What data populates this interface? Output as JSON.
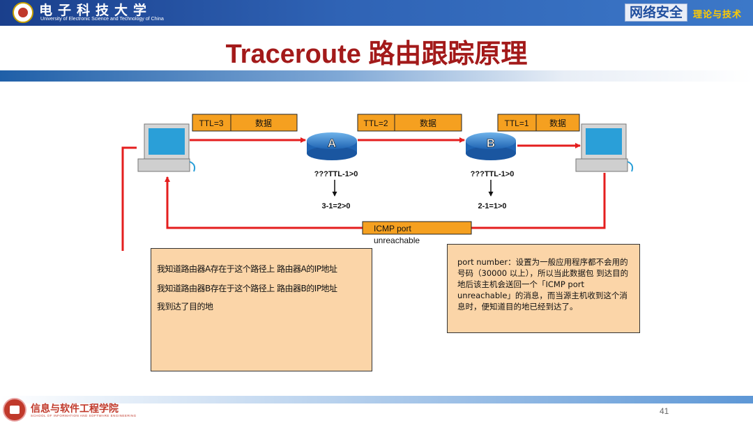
{
  "header": {
    "university_cn": "电子科技大学",
    "university_en": "University of Electronic Science and Technology of China",
    "brand": "网络安全",
    "brand_sub": "理论与技术"
  },
  "title": "Traceroute 路由跟踪原理",
  "diagram": {
    "packets": [
      {
        "ttl": "TTL=3",
        "data": "数据"
      },
      {
        "ttl": "TTL=2",
        "data": "数据"
      },
      {
        "ttl": "TTL=1",
        "data": "数据"
      }
    ],
    "routers": [
      {
        "label": "A",
        "check": "???TTL-1>0",
        "result": "3-1=2>0"
      },
      {
        "label": "B",
        "check": "???TTL-1>0",
        "result": "2-1=1>0"
      }
    ],
    "icmp_line1": "ICMP port",
    "icmp_line2": "unreachable"
  },
  "left_box": {
    "lines": [
      "我知道路由器A存在于这个路径上  路由器A的IP地址",
      "我知道路由器B存在于这个路径上  路由器B的IP地址",
      "我到达了目的地"
    ]
  },
  "right_box": {
    "text": "port number：设置为一般应用程序都不会用的号码（30000 以上），所以当此数据包 到达目的地后该主机会送回一个「ICMP port unreachable」的消息，而当源主机收到这个消息时，便知道目的地已经到达了。"
  },
  "footer": {
    "school_cn": "信息与软件工程学院",
    "school_en": "SCHOOL OF INFORMATION AND SOFTWARE ENGINEERING",
    "page": "41"
  },
  "colors": {
    "accent_red": "#e41e1e",
    "title_red": "#a31a1a",
    "packet_orange": "#f5a020",
    "router_blue": "#2e7fd0",
    "box_fill": "#fbd5a8"
  }
}
